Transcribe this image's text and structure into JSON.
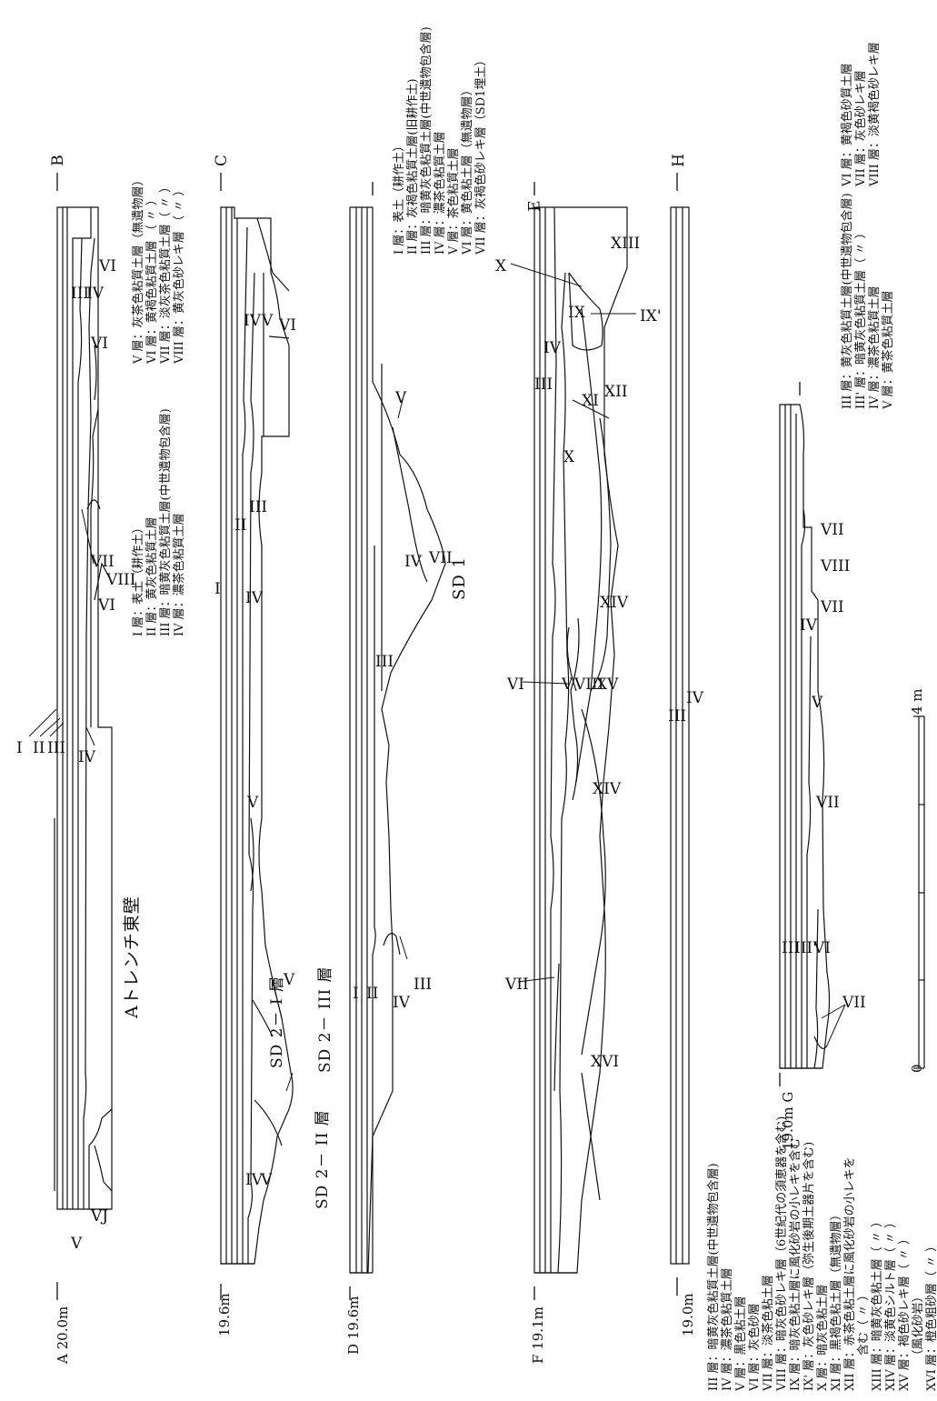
{
  "title": "Aトレンチ東壁",
  "sections": [
    {
      "start": "A",
      "end": "B",
      "datum": "20.0m"
    },
    {
      "end": "C",
      "datum": "19.6m"
    },
    {
      "start": "D",
      "datum": "19.6m"
    },
    {
      "end": "E"
    },
    {
      "start": "F",
      "datum": "19.1m"
    },
    {
      "end": "H",
      "datum": "19.0m"
    },
    {
      "start": "G",
      "datum": "19.0m"
    }
  ],
  "features": {
    "sd1": "SD 1",
    "sd2_1": "SD 2－ I 層",
    "sd2_2": "SD 2－ II 層",
    "sd2_3": "SD 2－ III 層"
  },
  "layer_numerals": [
    "I",
    "II",
    "III",
    "IV",
    "V",
    "VI",
    "VII",
    "VIII",
    "IX",
    "IX'",
    "X",
    "XI",
    "XII",
    "XIII",
    "XIV",
    "XV",
    "XVI",
    "III'",
    "VJ"
  ],
  "scale": {
    "zero": "0",
    "max": "4 m"
  },
  "legends": {
    "ab_left": [
      "I 層：表土（耕作土）",
      "II 層：黄灰色粘質土層",
      "III 層：暗黄灰色粘質土層(中世遺物包含層)",
      "IV 層：濃茶色粘質土層"
    ],
    "ab_right": [
      "V 層：灰茶色粘質土層（無遺物層）",
      "VI 層：黄褐色粘質土層 （ 〃 ）",
      "VII 層：淡灰茶色粘質土層（ 〃 ）",
      "VIII 層：黄灰色砂レキ層 （ 〃 ）"
    ],
    "de": [
      "I 層：表土（耕作土）",
      "II 層：灰褐色粘質土層(旧耕作土)",
      "III 層：暗黄灰色粘質土層(中世遺物包含層)",
      "IV 層：濃茶色粘質土層",
      "V 層：茶色粘質土層",
      "VI 層：黄色粘土層（無遺物層）",
      "VII 層：灰褐色砂レキ層（SD1埋土）"
    ],
    "gh_left": [
      "III 層：黄灰色粘質土層(中世遺物包含層)",
      "III' 層：暗黄灰色粘質土層（ 〃 ）",
      "IV 層：濃茶色粘質土層",
      "V 層：黄茶色粘質土層"
    ],
    "gh_right": [
      "VI 層：黄褐色砂質土層",
      "VII 層：灰色砂レキ層",
      "VIII 層：淡黄褐色砂レキ層"
    ],
    "fe": [
      "III 層：暗黄灰色粘質土層(中世遺物包含層)",
      "IV 層：濃茶色粘質土層",
      "V 層：黒色粘土層",
      "VI 層：灰色砂層",
      "VII 層：淡茶色粘土層",
      "VIII 層：暗灰色砂レキ層（6世紀代の須恵器を含む)",
      "IX 層：暗灰色粘土層に風化砂岩の小レキを含む",
      "IX' 層：灰色砂レキ層（弥生後期土器片を含む)",
      "X 層：暗灰色粘土層",
      "XI 層：黒褐色粘土層（無遺物層）",
      "XII 層：赤茶色粘土層に風化砂岩の小レキを",
      "　　　含む（ 〃 ）",
      "XIII 層：暗黄灰色粘土層（ 〃 ）",
      "XIV 層：淡黄色シルト層（ 〃 ）",
      "XV 層：褐色砂レキ層（ 〃 ）",
      "　　　（風化砂岩）",
      "XVI 層：橙色粗砂層（ 〃 ）"
    ]
  }
}
